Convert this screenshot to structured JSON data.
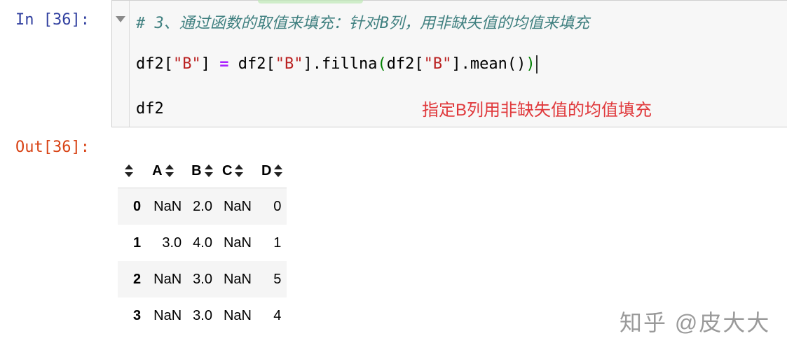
{
  "cell": {
    "in_prompt": "In [36]:",
    "out_prompt": "Out[36]:",
    "code": {
      "comment": "# 3、通过函数的取值来填充：针对B列，用非缺失值的均值来填充",
      "line2": {
        "lhs": "df2[",
        "lhs_str": "\"B\"",
        "lhs_close": "]",
        "eq": "=",
        "rhs1": "df2[",
        "rhs_str": "\"B\"",
        "rhs2": "].fillna",
        "open_paren": "(",
        "rhs3": "df2[",
        "rhs_str2": "\"B\"",
        "rhs4": "].mean()",
        "close_paren": ")"
      },
      "line3": "df2"
    },
    "annotation": "指定B列用非缺失值的均值填充"
  },
  "output_table": {
    "columns": [
      "A",
      "B",
      "C",
      "D"
    ],
    "rows": [
      {
        "index": "0",
        "A": "NaN",
        "B": "2.0",
        "C": "NaN",
        "D": "0"
      },
      {
        "index": "1",
        "A": "3.0",
        "B": "4.0",
        "C": "NaN",
        "D": "1"
      },
      {
        "index": "2",
        "A": "NaN",
        "B": "3.0",
        "C": "NaN",
        "D": "5"
      },
      {
        "index": "3",
        "A": "NaN",
        "B": "3.0",
        "C": "NaN",
        "D": "4"
      }
    ]
  },
  "watermark": "知乎 @皮大大",
  "colors": {
    "prompt_in": "#303f9f",
    "prompt_out": "#d84315",
    "annotation": "#e0383b",
    "comment": "#408080",
    "string": "#ba2121"
  }
}
